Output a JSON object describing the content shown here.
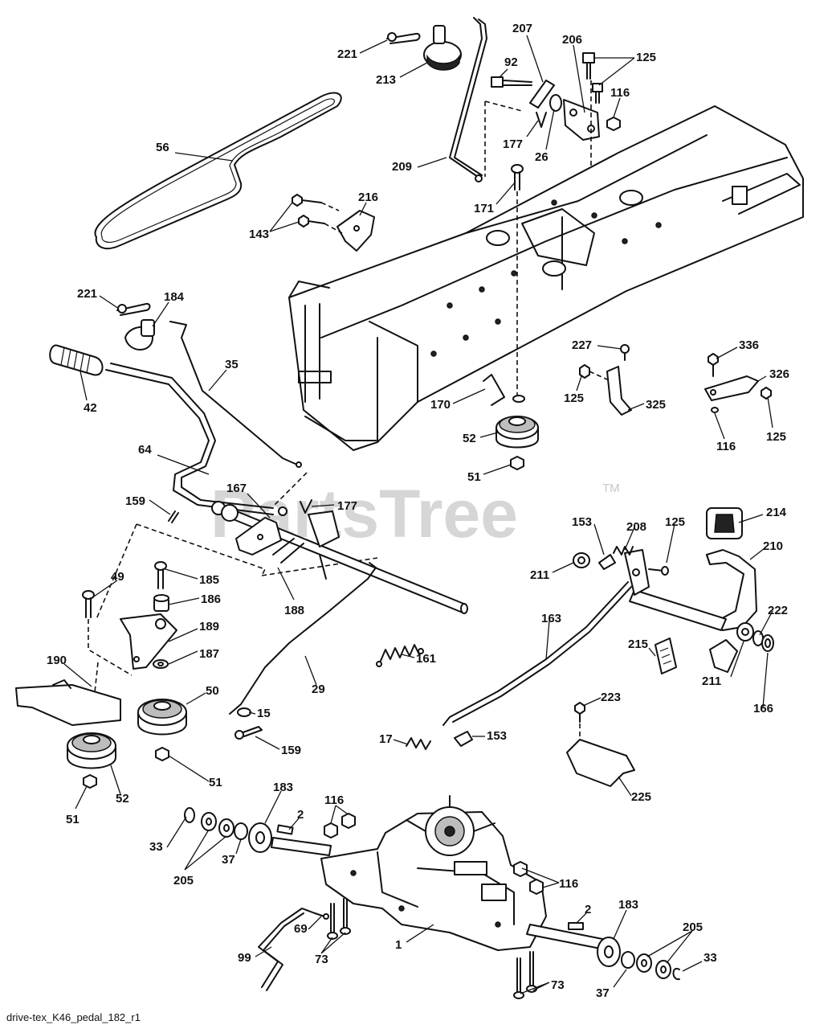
{
  "watermark": {
    "text": "PartsTree",
    "tm": "TM"
  },
  "footer_ref": "drive-tex_K46_pedal_182_r1",
  "labels": {
    "l221a": "221",
    "l213": "213",
    "l56": "56",
    "l209": "209",
    "l92": "92",
    "l207": "207",
    "l206": "206",
    "l125a": "125",
    "l116a": "116",
    "l177a": "177",
    "l26": "26",
    "l171": "171",
    "l216": "216",
    "l143": "143",
    "l221b": "221",
    "l184": "184",
    "l35": "35",
    "l42": "42",
    "l227": "227",
    "l336": "336",
    "l125b": "125",
    "l326": "326",
    "l170": "170",
    "l325": "325",
    "l125c": "125",
    "l116b": "116",
    "l52a": "52",
    "l51a": "51",
    "l64": "64",
    "l167": "167",
    "l177b": "177",
    "l159a": "159",
    "l153a": "153",
    "l208": "208",
    "l125d": "125",
    "l214": "214",
    "l211a": "211",
    "l210": "210",
    "l49": "49",
    "l185": "185",
    "l186": "186",
    "l188": "188",
    "l189": "189",
    "l163": "163",
    "l222": "222",
    "l187": "187",
    "l161": "161",
    "l215": "215",
    "l190": "190",
    "l29": "29",
    "l211b": "211",
    "l50": "50",
    "l166": "166",
    "l15": "15",
    "l223": "223",
    "l159b": "159",
    "l17": "17",
    "l153b": "153",
    "l51b": "51",
    "l52b": "52",
    "l225": "225",
    "l183a": "183",
    "l116c": "116",
    "l2a": "2",
    "l33a": "33",
    "l51c": "51",
    "l37a": "37",
    "l205a": "205",
    "l116d": "116",
    "l2b": "2",
    "l183b": "183",
    "l69": "69",
    "l1": "1",
    "l205b": "205",
    "l99": "99",
    "l73a": "73",
    "l33b": "33",
    "l37b": "37",
    "l73b": "73"
  },
  "icons": [
    "drive-belt",
    "frame-chassis",
    "transaxle",
    "pulley",
    "pedal",
    "spring",
    "rod",
    "bolt",
    "nut",
    "washer"
  ]
}
